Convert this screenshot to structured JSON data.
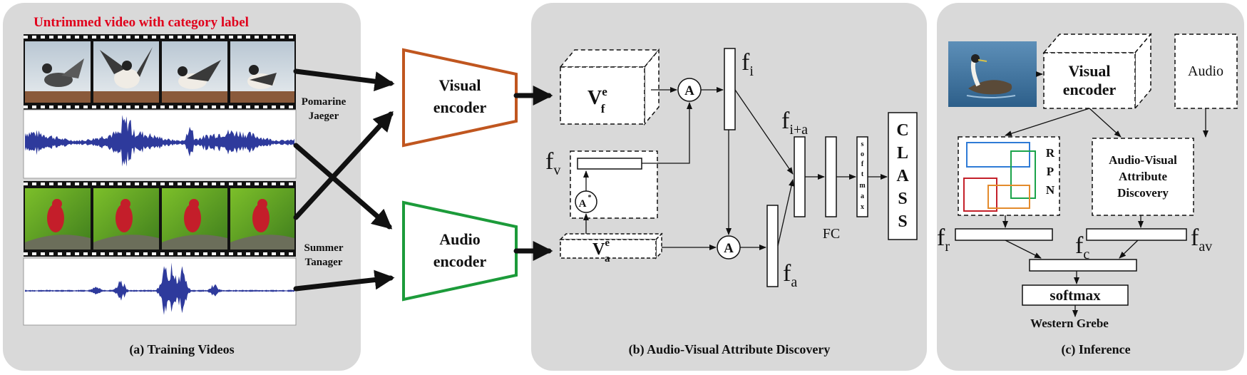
{
  "panels": {
    "a": {
      "caption": "(a) Training Videos",
      "header": "Untrimmed video with category label",
      "species_1": [
        "Pomarine",
        "Jaeger"
      ],
      "species_2": [
        "Summer",
        "Tanager"
      ]
    },
    "b": {
      "caption": "(b) Audio-Visual Attribute Discovery",
      "visual_encoder": [
        "Visual",
        "encoder"
      ],
      "audio_encoder": [
        "Audio",
        "encoder"
      ],
      "vf_base": "V",
      "vf_sup": "e",
      "vf_sub": "f",
      "va_base": "V",
      "va_sup": "e",
      "va_sub": "a",
      "attn": "A",
      "attn_star": "A",
      "attn_star_sup": "*",
      "fv_base": "f",
      "fv_sub": "v",
      "fi_base": "f",
      "fi_sub": "i",
      "fia_base": "f",
      "fia_sub": "i+a",
      "fa_base": "f",
      "fa_sub": "a",
      "fc": "FC",
      "softmax_letters": [
        "s",
        "o",
        "f",
        "t",
        "m",
        "a",
        "x"
      ],
      "class_letters": [
        "C",
        "L",
        "A",
        "S",
        "S"
      ]
    },
    "c": {
      "caption": "(c)  Inference",
      "visual_encoder": [
        "Visual",
        "encoder"
      ],
      "audio": "Audio",
      "rpn_letters": [
        "R",
        "P",
        "N"
      ],
      "avad": [
        "Audio-Visual",
        "Attribute",
        "Discovery"
      ],
      "fr_base": "f",
      "fr_sub": "r",
      "fc_base": "f",
      "fc_sub": "c",
      "fav_base": "f",
      "fav_sub": "av",
      "softmax": "softmax",
      "result": "Western Grebe"
    }
  },
  "colors": {
    "panel_bg": "#d9d9d9",
    "header_red": "#e0001b",
    "visual_encoder_border": "#c0561f",
    "audio_encoder_border": "#1c9b3a",
    "waveform": "#2e3a9c"
  }
}
